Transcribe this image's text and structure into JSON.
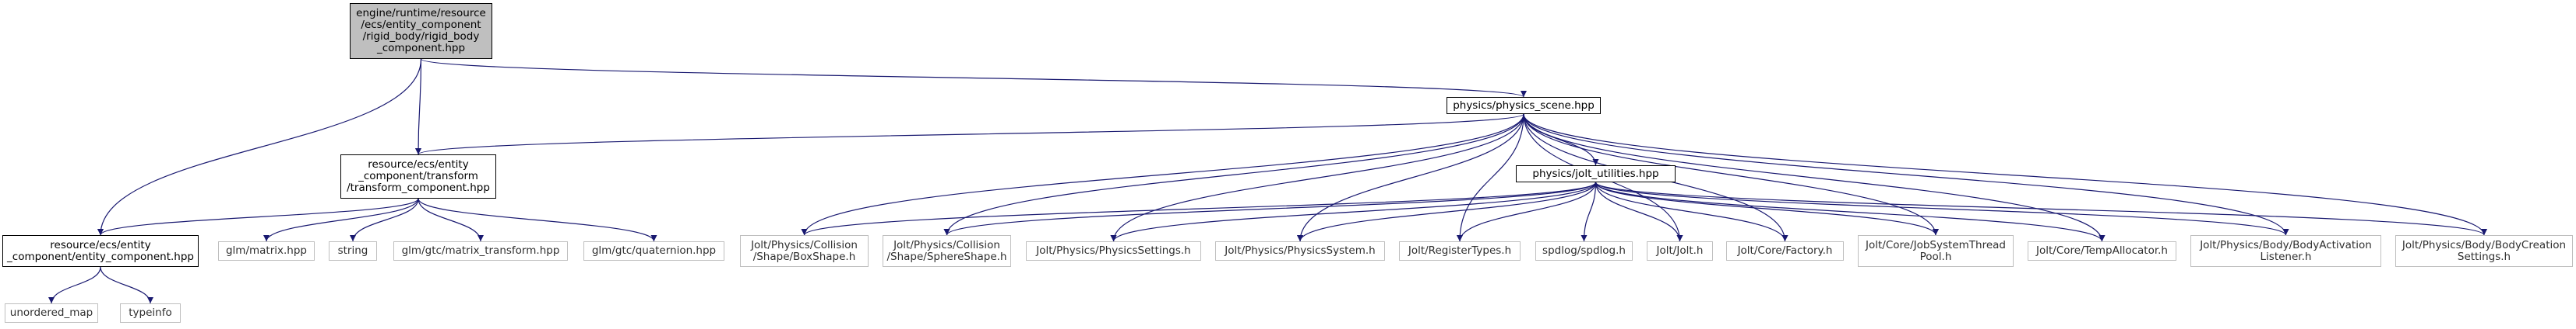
{
  "diagram": {
    "type": "include-dependency-graph",
    "edge_color": "#191970",
    "root_fill": "#bfbfbf",
    "external_border": "#bfbfbf",
    "nodes": [
      {
        "id": "root",
        "label": "engine/runtime/resource\n/ecs/entity_component\n/rigid_body/rigid_body\n_component.hpp",
        "kind": "root"
      },
      {
        "id": "physics_scene",
        "label": "physics/physics_scene.hpp",
        "kind": "doc"
      },
      {
        "id": "transform",
        "label": "resource/ecs/entity\n_component/transform\n/transform_component.hpp",
        "kind": "doc"
      },
      {
        "id": "jolt_utilities",
        "label": "physics/jolt_utilities.hpp",
        "kind": "doc"
      },
      {
        "id": "entity_component",
        "label": "resource/ecs/entity\n_component/entity_component.hpp",
        "kind": "doc"
      },
      {
        "id": "unordered_map",
        "label": "unordered_map",
        "kind": "ext"
      },
      {
        "id": "typeinfo",
        "label": "typeinfo",
        "kind": "ext"
      },
      {
        "id": "glm_matrix",
        "label": "glm/matrix.hpp",
        "kind": "ext"
      },
      {
        "id": "string",
        "label": "string",
        "kind": "ext"
      },
      {
        "id": "glm_matrix_transform",
        "label": "glm/gtc/matrix_transform.hpp",
        "kind": "ext"
      },
      {
        "id": "glm_quaternion",
        "label": "glm/gtc/quaternion.hpp",
        "kind": "ext"
      },
      {
        "id": "box_shape",
        "label": "Jolt/Physics/Collision\n/Shape/BoxShape.h",
        "kind": "ext"
      },
      {
        "id": "sphere_shape",
        "label": "Jolt/Physics/Collision\n/Shape/SphereShape.h",
        "kind": "ext"
      },
      {
        "id": "physics_settings",
        "label": "Jolt/Physics/PhysicsSettings.h",
        "kind": "ext"
      },
      {
        "id": "physics_system",
        "label": "Jolt/Physics/PhysicsSystem.h",
        "kind": "ext"
      },
      {
        "id": "register_types",
        "label": "Jolt/RegisterTypes.h",
        "kind": "ext"
      },
      {
        "id": "spdlog",
        "label": "spdlog/spdlog.h",
        "kind": "ext"
      },
      {
        "id": "jolt_h",
        "label": "Jolt/Jolt.h",
        "kind": "ext"
      },
      {
        "id": "factory",
        "label": "Jolt/Core/Factory.h",
        "kind": "ext"
      },
      {
        "id": "job_system",
        "label": "Jolt/Core/JobSystemThread\nPool.h",
        "kind": "ext"
      },
      {
        "id": "temp_allocator",
        "label": "Jolt/Core/TempAllocator.h",
        "kind": "ext"
      },
      {
        "id": "body_activation",
        "label": "Jolt/Physics/Body/BodyActivation\nListener.h",
        "kind": "ext"
      },
      {
        "id": "body_creation",
        "label": "Jolt/Physics/Body/BodyCreation\nSettings.h",
        "kind": "ext"
      }
    ],
    "edges": [
      {
        "from": "root",
        "to": "physics_scene"
      },
      {
        "from": "root",
        "to": "transform"
      },
      {
        "from": "root",
        "to": "entity_component"
      },
      {
        "from": "transform",
        "to": "entity_component"
      },
      {
        "from": "transform",
        "to": "glm_matrix"
      },
      {
        "from": "transform",
        "to": "string"
      },
      {
        "from": "transform",
        "to": "glm_matrix_transform"
      },
      {
        "from": "transform",
        "to": "glm_quaternion"
      },
      {
        "from": "entity_component",
        "to": "unordered_map"
      },
      {
        "from": "entity_component",
        "to": "typeinfo"
      },
      {
        "from": "physics_scene",
        "to": "transform"
      },
      {
        "from": "physics_scene",
        "to": "jolt_utilities"
      },
      {
        "from": "physics_scene",
        "to": "box_shape"
      },
      {
        "from": "physics_scene",
        "to": "sphere_shape"
      },
      {
        "from": "physics_scene",
        "to": "physics_settings"
      },
      {
        "from": "physics_scene",
        "to": "physics_system"
      },
      {
        "from": "physics_scene",
        "to": "register_types"
      },
      {
        "from": "physics_scene",
        "to": "jolt_h"
      },
      {
        "from": "physics_scene",
        "to": "factory"
      },
      {
        "from": "physics_scene",
        "to": "job_system"
      },
      {
        "from": "physics_scene",
        "to": "temp_allocator"
      },
      {
        "from": "physics_scene",
        "to": "body_activation"
      },
      {
        "from": "physics_scene",
        "to": "body_creation"
      },
      {
        "from": "jolt_utilities",
        "to": "box_shape"
      },
      {
        "from": "jolt_utilities",
        "to": "sphere_shape"
      },
      {
        "from": "jolt_utilities",
        "to": "physics_settings"
      },
      {
        "from": "jolt_utilities",
        "to": "physics_system"
      },
      {
        "from": "jolt_utilities",
        "to": "register_types"
      },
      {
        "from": "jolt_utilities",
        "to": "spdlog"
      },
      {
        "from": "jolt_utilities",
        "to": "jolt_h"
      },
      {
        "from": "jolt_utilities",
        "to": "factory"
      },
      {
        "from": "jolt_utilities",
        "to": "job_system"
      },
      {
        "from": "jolt_utilities",
        "to": "temp_allocator"
      },
      {
        "from": "jolt_utilities",
        "to": "body_activation"
      },
      {
        "from": "jolt_utilities",
        "to": "body_creation"
      }
    ]
  }
}
